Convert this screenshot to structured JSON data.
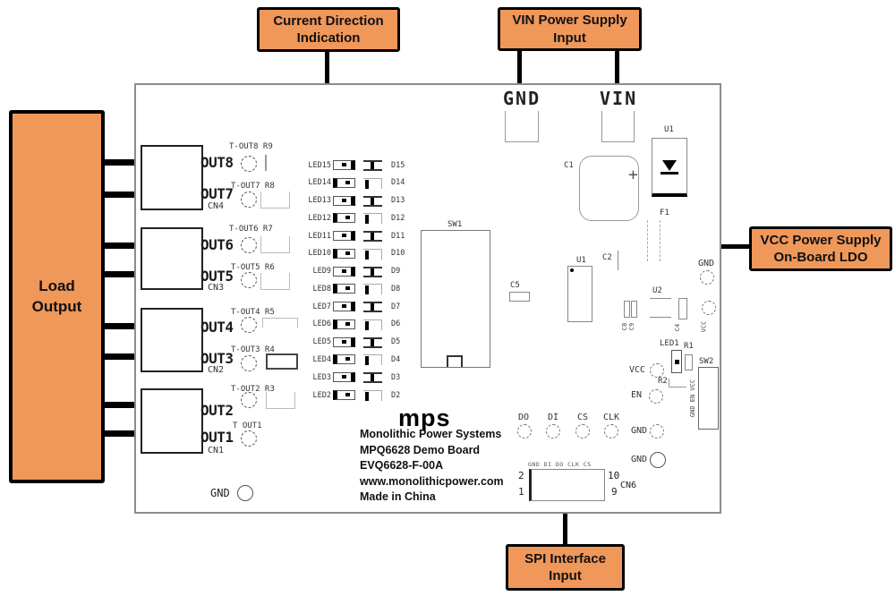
{
  "colors": {
    "callout_orange": "#F0975A",
    "line_black": "#000000",
    "board_border": "#8c8c8c"
  },
  "callouts": {
    "load": "Load Output",
    "current": "Current Direction Indication",
    "vin": "VIN Power Supply Input",
    "vcc": "VCC Power Supply On-Board LDO",
    "spi": "SPI Interface Input"
  },
  "board": {
    "power_pads": {
      "gnd": "GND",
      "vin": "VIN"
    },
    "components": {
      "u1_top": "U1",
      "c1": "C1",
      "c1_polarity": "+",
      "f1": "F1",
      "sw1": "SW1",
      "c5": "C5",
      "u1_mid": "U1",
      "c2": "C2",
      "u2": "U2",
      "c8": "C8",
      "c9": "C9",
      "c4": "C4",
      "led1": "LED1",
      "r1": "R1",
      "r2": "R2",
      "sw2": "SW2",
      "sw2_side": "GND EN VCC",
      "cn6": "CN6"
    },
    "testpoints": {
      "gnd_top": "GND",
      "vcc_top": "VCC",
      "vcc": "VCC",
      "en": "EN",
      "do": "DO",
      "di": "DI",
      "cs": "CS",
      "clk": "CLK",
      "gnd_mid": "GND",
      "gnd_low": "GND",
      "gnd_bl": "GND"
    },
    "cn6_header": "GND DI DO CLK CS",
    "cn6_pins": {
      "p1": "1",
      "p2": "2",
      "p9": "9",
      "p10": "10"
    },
    "outputs": [
      {
        "name": "OUT8",
        "tp": "T-OUT8 R9"
      },
      {
        "name": "OUT7",
        "tp": "T-OUT7 R8",
        "cn": "CN4"
      },
      {
        "name": "OUT6",
        "tp": "T-OUT6 R7"
      },
      {
        "name": "OUT5",
        "tp": "T-OUT5 R6",
        "cn": "CN3"
      },
      {
        "name": "OUT4",
        "tp": "T-OUT4 R5"
      },
      {
        "name": "OUT3",
        "tp": "T-OUT3 R4",
        "cn": "CN2"
      },
      {
        "name": "OUT2",
        "tp": "T-OUT2 R3"
      },
      {
        "name": "OUT1",
        "tp": "T OUT1",
        "cn": "CN1"
      }
    ],
    "led_rows": [
      {
        "led": "LED15",
        "diode": "D15",
        "dir": "right"
      },
      {
        "led": "LED14",
        "diode": "D14",
        "dir": "left"
      },
      {
        "led": "LED13",
        "diode": "D13",
        "dir": "right"
      },
      {
        "led": "LED12",
        "diode": "D12",
        "dir": "left"
      },
      {
        "led": "LED11",
        "diode": "D11",
        "dir": "right"
      },
      {
        "led": "LED10",
        "diode": "D10",
        "dir": "left"
      },
      {
        "led": "LED9",
        "diode": "D9",
        "dir": "right"
      },
      {
        "led": "LED8",
        "diode": "D8",
        "dir": "left"
      },
      {
        "led": "LED7",
        "diode": "D7",
        "dir": "right"
      },
      {
        "led": "LED6",
        "diode": "D6",
        "dir": "left"
      },
      {
        "led": "LED5",
        "diode": "D5",
        "dir": "right"
      },
      {
        "led": "LED4",
        "diode": "D4",
        "dir": "left"
      },
      {
        "led": "LED3",
        "diode": "D3",
        "dir": "right"
      },
      {
        "led": "LED2",
        "diode": "D2",
        "dir": "left"
      }
    ],
    "logo": "mps",
    "info_lines": [
      "Monolithic Power Systems",
      "MPQ6628 Demo Board",
      "EVQ6628-F-00A",
      "www.monolithicpower.com",
      "Made in China"
    ]
  }
}
